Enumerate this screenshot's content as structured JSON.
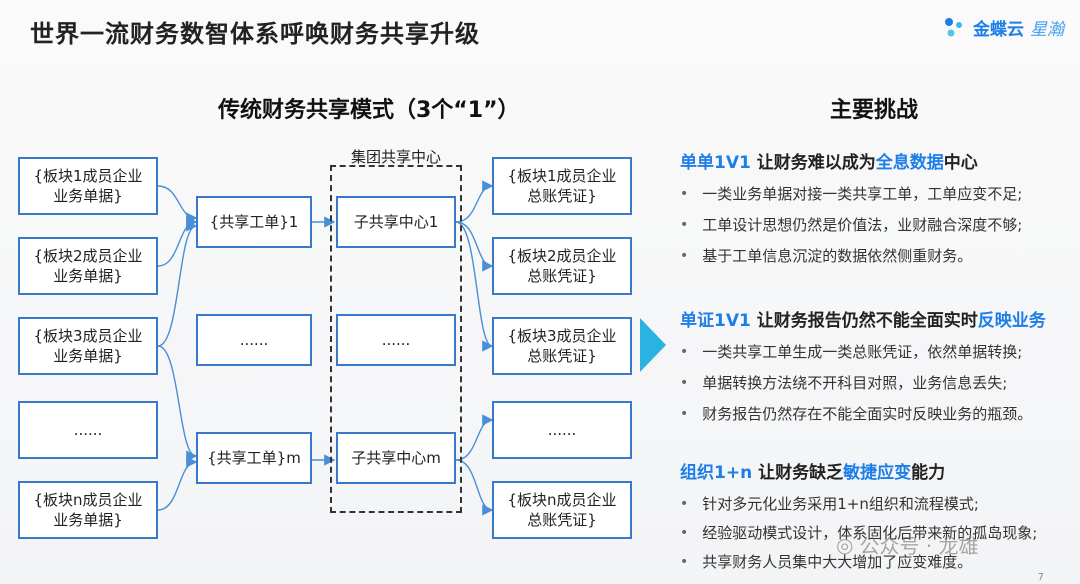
{
  "page_title": "世界一流财务数智体系呼唤财务共享升级",
  "logo": {
    "brand": "金蝶云",
    "product": "星瀚"
  },
  "left_title": "传统财务共享模式（3个“1”）",
  "diagram": {
    "sources": [
      "{板块1成员企业\n业务单据}",
      "{板块2成员企业\n业务单据}",
      "{板块3成员企业\n业务单据}",
      "......",
      "{板块n成员企业\n业务单据}"
    ],
    "work_orders": [
      "{共享工单}1",
      "......",
      "{共享工单}m"
    ],
    "center_label": "集团共享中心",
    "sub_centers": [
      "子共享中心1",
      "......",
      "子共享中心m"
    ],
    "vouchers": [
      "{板块1成员企业\n总账凭证}",
      "{板块2成员企业\n总账凭证}",
      "{板块3成员企业\n总账凭证}",
      "......",
      "{板块n成员企业\n总账凭证}"
    ]
  },
  "right_title": "主要挑战",
  "challenges": [
    {
      "prefix": "单单1V1",
      "middle": " 让财务难以成为",
      "highlight": "全息数据",
      "suffix": "中心",
      "bullets": [
        "一类业务单据对接一类共享工单，工单应变不足;",
        "工单设计思想仍然是价值法，业财融合深度不够;",
        "基于工单信息沉淀的数据依然侧重财务。"
      ]
    },
    {
      "prefix": "单证1V1",
      "middle": " 让财务报告仍然不能全面实时",
      "highlight": "反映业务",
      "suffix": "",
      "bullets": [
        "一类共享工单生成一类总账凭证，依然单据转换;",
        "单据转换方法绕不开科目对照，业务信息丢失;",
        "财务报告仍然存在不能全面实时反映业务的瓶颈。"
      ]
    },
    {
      "prefix": "组织1+n",
      "middle": " 让财务缺乏",
      "highlight": "敏捷应变",
      "suffix": "能力",
      "bullets": [
        "针对多元化业务采用1+n组织和流程模式;",
        "经验驱动模式设计，体系固化后带来新的孤岛现象;",
        "共享财务人员集中大大增加了应变难度。"
      ]
    }
  ],
  "watermark": "公众号 · 龙雄",
  "page_number": "7",
  "colors": {
    "accent": "#1e7ee8",
    "box_border": "#3a78c9",
    "arrow": "#4a8fd6",
    "chevron": "#2ab3e0"
  }
}
